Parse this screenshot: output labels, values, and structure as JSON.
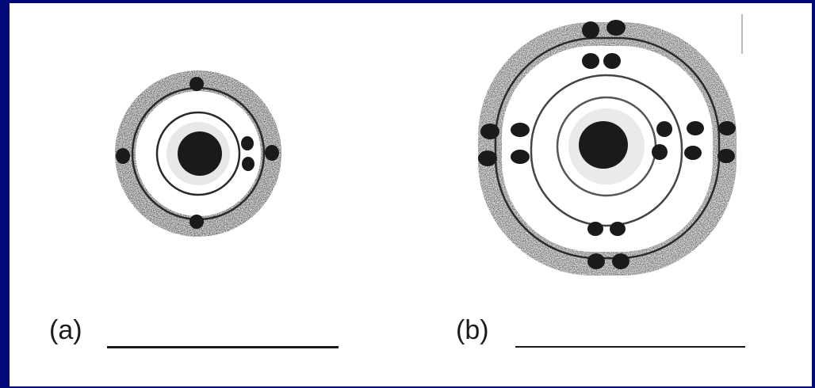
{
  "labels": {
    "a": "(a)",
    "b": "(b)"
  },
  "atoms": [
    {
      "id": "a",
      "shells": 2,
      "electrons_per_shell": [
        2,
        4
      ]
    },
    {
      "id": "b",
      "shells": 3,
      "electrons_per_shell": [
        2,
        8,
        8
      ]
    }
  ],
  "colors": {
    "frame": "#020a7a",
    "background": "#ffffff",
    "ink": "#1a1a1a",
    "shell_shading": "#c8c8c8"
  }
}
